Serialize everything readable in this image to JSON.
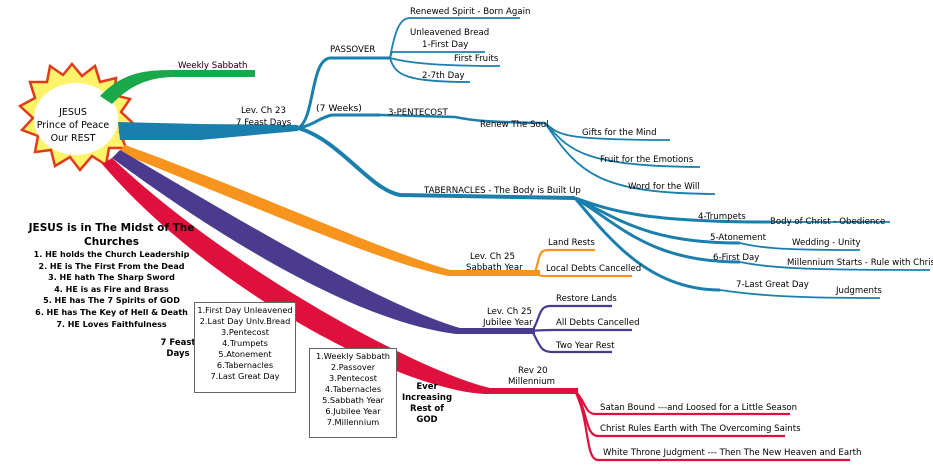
{
  "center": {
    "line1": "JESUS",
    "line2": "Prince of Peace",
    "line3": "Our REST"
  },
  "weekly_sabbath": "Weekly Sabbath",
  "feast_days": {
    "ref": "Lev. Ch 23",
    "label": "7 Feast Days",
    "passover": {
      "label": "PASSOVER",
      "renewed_spirit": "Renewed Spirit - Born Again",
      "unleavened_bread": "Unleavened Bread",
      "first_day": "1-First Day",
      "first_fruits": "First Fruits",
      "seventh_day": "2-7th Day"
    },
    "seven_weeks": "(7 Weeks)",
    "pentecost": {
      "label": "3-PENTECOST",
      "renew_soul": "Renew The Soul",
      "gifts": "Gifts for the Mind",
      "fruit": "Fruit for the Emotions",
      "word": "Word for the Will"
    },
    "tabernacles": {
      "label": "TABERNACLES - The Body is Built Up",
      "trumpets": "4-Trumpets",
      "trumpets_note": "Body of Christ - Obedience",
      "atonement": "5-Atonement",
      "atonement_note": "Wedding - Unity",
      "first_day": "6-First Day",
      "first_day_note": "Millennium Starts - Rule with Christ",
      "last_great_day": "7-Last Great Day",
      "last_great_day_note": "Judgments"
    }
  },
  "sabbath_year": {
    "ref": "Lev. Ch 25",
    "label": "Sabbath Year",
    "land_rests": "Land Rests",
    "debts": "Local Debts Cancelled"
  },
  "jubilee_year": {
    "ref": "Lev. Ch 25",
    "label": "Jubilee Year",
    "restore_lands": "Restore Lands",
    "debts": "All Debts Cancelled",
    "two_year_rest": "Two Year Rest"
  },
  "millennium": {
    "ref": "Rev 20",
    "label": "Millennium",
    "satan_bound": "Satan Bound ---and Loosed for a Little Season",
    "christ_rules": "Christ Rules Earth with The Overcoming Saints",
    "white_throne": "White Throne Judgment --- Then The New Heaven and Earth"
  },
  "churches": {
    "title": "JESUS is in The Midst of The Churches",
    "items": [
      "1. HE holds the Church Leadership",
      "2. HE is The First From the Dead",
      "3. HE hath The Sharp Sword",
      "4. HE is as Fire and Brass",
      "5. HE has The 7 Spirits of GOD",
      "6. HE has The Key of Hell & Death",
      "7. HE Loves Faithfulness"
    ]
  },
  "feast_box": {
    "side_line1": "7 Feast",
    "side_line2": "Days",
    "items": [
      "1.First Day Unleavened",
      "2.Last Day Unlv.Bread",
      "3.Pentecost",
      "4.Trumpets",
      "5.Atonement",
      "6.Tabernacles",
      "7.Last Great Day"
    ]
  },
  "rest_box": {
    "items": [
      "1.Weekly Sabbath",
      "2.Passover",
      "3.Pentecost",
      "4.Tabernacles",
      "5.Sabbath Year",
      "6.Jubilee Year",
      "7.Millennium"
    ],
    "side_line1": "Ever",
    "side_line2": "Increasing",
    "side_line3": "Rest of",
    "side_line4": "GOD"
  },
  "colors": {
    "green": "#1aa84a",
    "teal": "#1b7fae",
    "orange": "#f7941d",
    "purple": "#4b3b8f",
    "red": "#e0103c",
    "sun": "#ffe21a",
    "sun_outline": "#e23a1a"
  }
}
